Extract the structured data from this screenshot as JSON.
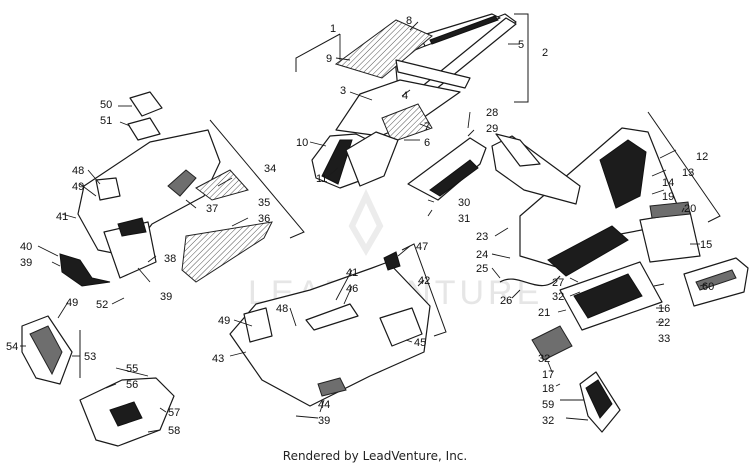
{
  "watermark": "LEADVENTURE",
  "footer": "Rendered by LeadVenture, Inc.",
  "callouts": [
    "1",
    "2",
    "3",
    "4",
    "5",
    "6",
    "7",
    "8",
    "9",
    "10",
    "11",
    "12",
    "13",
    "14",
    "15",
    "16",
    "17",
    "18",
    "19",
    "20",
    "21",
    "22",
    "23",
    "24",
    "25",
    "26",
    "27",
    "28",
    "29",
    "30",
    "31",
    "32",
    "32",
    "32",
    "33",
    "34",
    "35",
    "36",
    "37",
    "38",
    "39",
    "39",
    "39",
    "40",
    "41",
    "41",
    "42",
    "43",
    "44",
    "45",
    "46",
    "47",
    "48",
    "48",
    "49",
    "49",
    "49",
    "50",
    "51",
    "52",
    "53",
    "54",
    "55",
    "56",
    "57",
    "58",
    "59",
    "60"
  ]
}
